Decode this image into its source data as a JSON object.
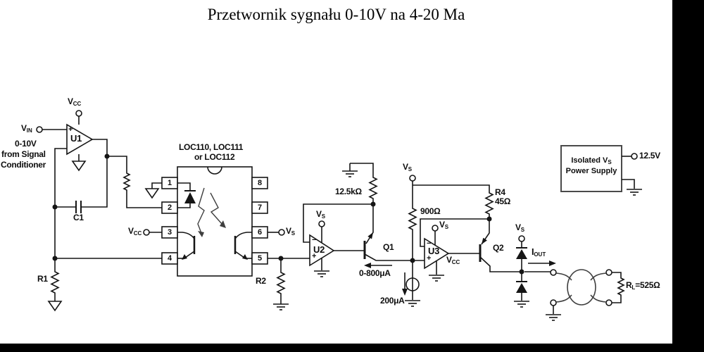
{
  "title": "Przetwornik sygnału 0-10V na 4-20 Ma",
  "colors": {
    "ink": "#151515",
    "gray": "#3f3f3f",
    "border_bars": "#000000",
    "background": "#ffffff"
  },
  "input": {
    "vin_main": "V",
    "vin_sub": "IN",
    "desc_line1": "0-10V",
    "desc_line2": "from Signal",
    "desc_line3": "Conditioner"
  },
  "components": {
    "u1": "U1",
    "u2": "U2",
    "u3": "U3",
    "q1": "Q1",
    "q2": "Q2",
    "c1": "C1",
    "r1": "R1",
    "r2": "R2",
    "r4": "R4"
  },
  "optocoupler": {
    "name_line1": "LOC110, LOC111",
    "name_line2": "or LOC112",
    "pins_left": [
      "1",
      "2",
      "3",
      "4"
    ],
    "pins_right": [
      "8",
      "7",
      "6",
      "5"
    ]
  },
  "power": {
    "vcc_main": "V",
    "vcc_sub": "CC",
    "vs_main": "V",
    "vs_sub": "S"
  },
  "values": {
    "r_feedback": "12.5kΩ",
    "r_900": "900Ω",
    "r4_val": "45Ω",
    "i_range": "0-800μA",
    "i_offset": "200μA",
    "rl_val": "=525Ω",
    "psu_voltage": "12.5V"
  },
  "psu": {
    "line1_pre": "Isolated V",
    "line1_sub": "S",
    "line2": "Power Supply"
  },
  "output": {
    "iout_main": "I",
    "iout_sub": "OUT",
    "rl_main": "R",
    "rl_sub": "L"
  },
  "opamp_signs": {
    "plus": "+",
    "minus": "−"
  }
}
